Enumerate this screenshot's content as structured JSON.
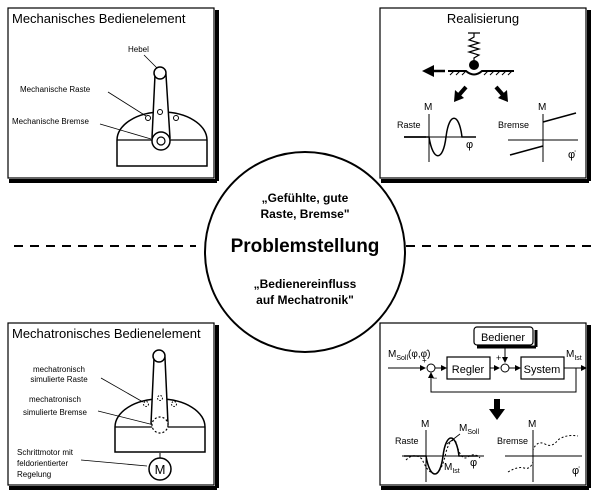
{
  "top_left": {
    "title": "Mechanisches Bedienelement",
    "label_hebel": "Hebel",
    "label_raste": "Mechanische Raste",
    "label_bremse": "Mechanische Bremse"
  },
  "top_right": {
    "title": "Realisierung",
    "raste_axis_y": "M",
    "raste_label": "Raste",
    "raste_axis_x": "φ",
    "bremse_axis_y": "M",
    "bremse_label": "Bremse",
    "bremse_axis_x": "φ̇"
  },
  "center": {
    "quote_top_1": "„Gefühlte, gute",
    "quote_top_2": "Raste, Bremse\"",
    "title": "Problemstellung",
    "quote_bottom_1": "„Bedienereinfluss",
    "quote_bottom_2": "auf Mechatronik\""
  },
  "bottom_left": {
    "title": "Mechatronisches Bedienelement",
    "label_raste_1": "mechatronisch",
    "label_raste_2": "simulierte Raste",
    "label_bremse_1": "mechatronisch",
    "label_bremse_2": "simulierte Bremse",
    "label_motor_1": "Schrittmotor mit",
    "label_motor_2": "feldorientierter",
    "label_motor_3": "Regelung",
    "motor_symbol": "M"
  },
  "bottom_right": {
    "bediener": "Bediener",
    "m_soll_prefix": "M",
    "m_soll_sub": "Soll",
    "m_soll_args": "(φ,φ̇)",
    "plus_top": "+",
    "minus_left": "−",
    "plus_left": "+",
    "regler": "Regler",
    "system": "System",
    "m_ist_prefix": "M",
    "m_ist_sub": "Ist",
    "plot1_axis_y": "M",
    "plot1_label": "Raste",
    "plot1_msoll_prefix": "M",
    "plot1_msoll_sub": "Soll",
    "plot1_mist_prefix": "M",
    "plot1_mist_sub": "Ist",
    "plot1_axis_x": "φ",
    "plot2_axis_y": "M",
    "plot2_label": "Bremse",
    "plot2_axis_x": "φ̇"
  }
}
